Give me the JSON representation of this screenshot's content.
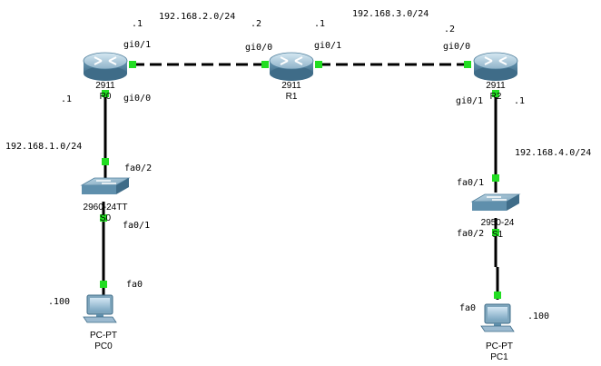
{
  "colors": {
    "link": "#000000",
    "port_up": "#22dd22",
    "router_top": "#b5d4e6",
    "router_side": "#5f8fac",
    "switch_body": "#6f9ab3",
    "pc_body": "#9bbad0"
  },
  "devices": [
    {
      "id": "R0",
      "model": "2911",
      "name": "R0",
      "kind": "router"
    },
    {
      "id": "R1",
      "model": "2911",
      "name": "R1",
      "kind": "router"
    },
    {
      "id": "R2",
      "model": "2911",
      "name": "R2",
      "kind": "router"
    },
    {
      "id": "S0",
      "model": "2960-24TT",
      "name": "S0",
      "kind": "switch"
    },
    {
      "id": "S1",
      "model": "2950-24",
      "name": "S1",
      "kind": "switch"
    },
    {
      "id": "PC0",
      "model": "PC-PT",
      "name": "PC0",
      "kind": "pc"
    },
    {
      "id": "PC1",
      "model": "PC-PT",
      "name": "PC1",
      "kind": "pc"
    }
  ],
  "links": [
    {
      "from": "R0",
      "to": "R1",
      "style": "dashed",
      "from_port": "gi0/1",
      "to_port": "gi0/0"
    },
    {
      "from": "R1",
      "to": "R2",
      "style": "dashed",
      "from_port": "gi0/1",
      "to_port": "gi0/0"
    },
    {
      "from": "R0",
      "to": "S0",
      "style": "solid",
      "from_port": "gi0/0",
      "to_port": "fa0/2"
    },
    {
      "from": "S0",
      "to": "PC0",
      "style": "solid",
      "from_port": "fa0/1",
      "to_port": "fa0"
    },
    {
      "from": "R2",
      "to": "S1",
      "style": "solid",
      "from_port": "gi0/1",
      "to_port": "fa0/1"
    },
    {
      "from": "S1",
      "to": "PC1",
      "style": "solid",
      "from_port": "fa0/2",
      "to_port": "fa0"
    }
  ],
  "networks": {
    "net_r0_r1": "192.168.2.0/24",
    "net_r1_r2": "192.168.3.0/24",
    "net_r0_lan": "192.168.1.0/24",
    "net_r2_lan": "192.168.4.0/24"
  },
  "host_octets": {
    "r0_gi01": ".1",
    "r1_gi00": ".2",
    "r1_gi01": ".1",
    "r2_gi00": ".2",
    "r0_gi00": ".1",
    "r2_gi01": ".1",
    "pc0": ".100",
    "pc1": ".100"
  },
  "ports": {
    "r0_gi01": "gi0/1",
    "r1_gi00": "gi0/0",
    "r1_gi01": "gi0/1",
    "r2_gi00": "gi0/0",
    "r0_gi00": "gi0/0",
    "r2_gi01": "gi0/1",
    "s0_fa02": "fa0/2",
    "s0_fa01": "fa0/1",
    "s1_fa01": "fa0/1",
    "s1_fa02": "fa0/2",
    "pc0_fa0": "fa0",
    "pc1_fa0": "fa0"
  }
}
